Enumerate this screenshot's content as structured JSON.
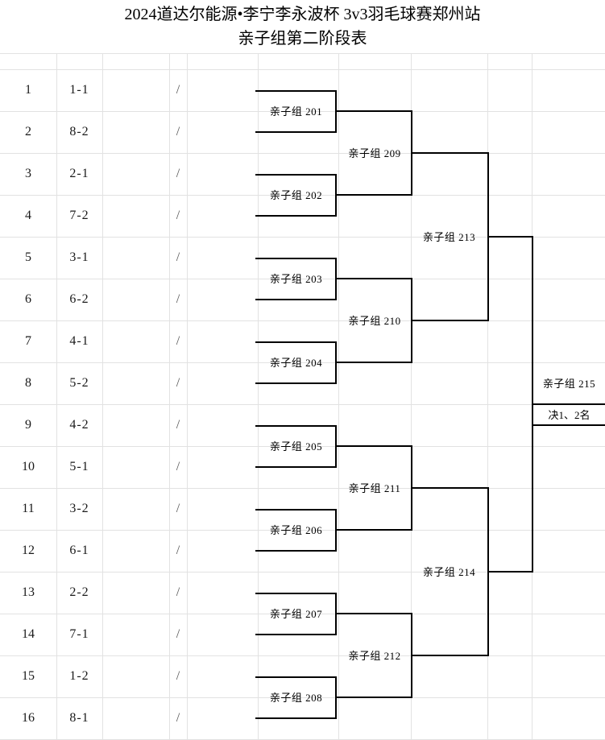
{
  "title": {
    "line1": "2024道达尔能源•李宁李永波杯  3v3羽毛球赛郑州站",
    "line2": "亲子组第二阶段表"
  },
  "colors": {
    "bracket_line": "#000000",
    "grid_line": "#e2e2e2",
    "text": "#000000",
    "background": "#ffffff"
  },
  "entry_rows": [
    {
      "index": "1",
      "seed": "1-1",
      "mark": "/"
    },
    {
      "index": "2",
      "seed": "8-2",
      "mark": "/"
    },
    {
      "index": "3",
      "seed": "2-1",
      "mark": "/"
    },
    {
      "index": "4",
      "seed": "7-2",
      "mark": "/"
    },
    {
      "index": "5",
      "seed": "3-1",
      "mark": "/"
    },
    {
      "index": "6",
      "seed": "6-2",
      "mark": "/"
    },
    {
      "index": "7",
      "seed": "4-1",
      "mark": "/"
    },
    {
      "index": "8",
      "seed": "5-2",
      "mark": "/"
    },
    {
      "index": "9",
      "seed": "4-2",
      "mark": "/"
    },
    {
      "index": "10",
      "seed": "5-1",
      "mark": "/"
    },
    {
      "index": "11",
      "seed": "3-2",
      "mark": "/"
    },
    {
      "index": "12",
      "seed": "6-1",
      "mark": "/"
    },
    {
      "index": "13",
      "seed": "2-2",
      "mark": "/"
    },
    {
      "index": "14",
      "seed": "7-1",
      "mark": "/"
    },
    {
      "index": "15",
      "seed": "1-2",
      "mark": "/"
    },
    {
      "index": "16",
      "seed": "8-1",
      "mark": "/"
    }
  ],
  "bracket": {
    "round1": [
      {
        "label": "亲子组 201"
      },
      {
        "label": "亲子组 202"
      },
      {
        "label": "亲子组 203"
      },
      {
        "label": "亲子组 204"
      },
      {
        "label": "亲子组 205"
      },
      {
        "label": "亲子组 206"
      },
      {
        "label": "亲子组 207"
      },
      {
        "label": "亲子组 208"
      }
    ],
    "round2": [
      {
        "label": "亲子组 209"
      },
      {
        "label": "亲子组 210"
      },
      {
        "label": "亲子组 211"
      },
      {
        "label": "亲子组 212"
      }
    ],
    "round3": [
      {
        "label": "亲子组 213"
      },
      {
        "label": "亲子组 214"
      }
    ],
    "final": {
      "label": "亲子组 215",
      "note": "决1、2名"
    }
  }
}
